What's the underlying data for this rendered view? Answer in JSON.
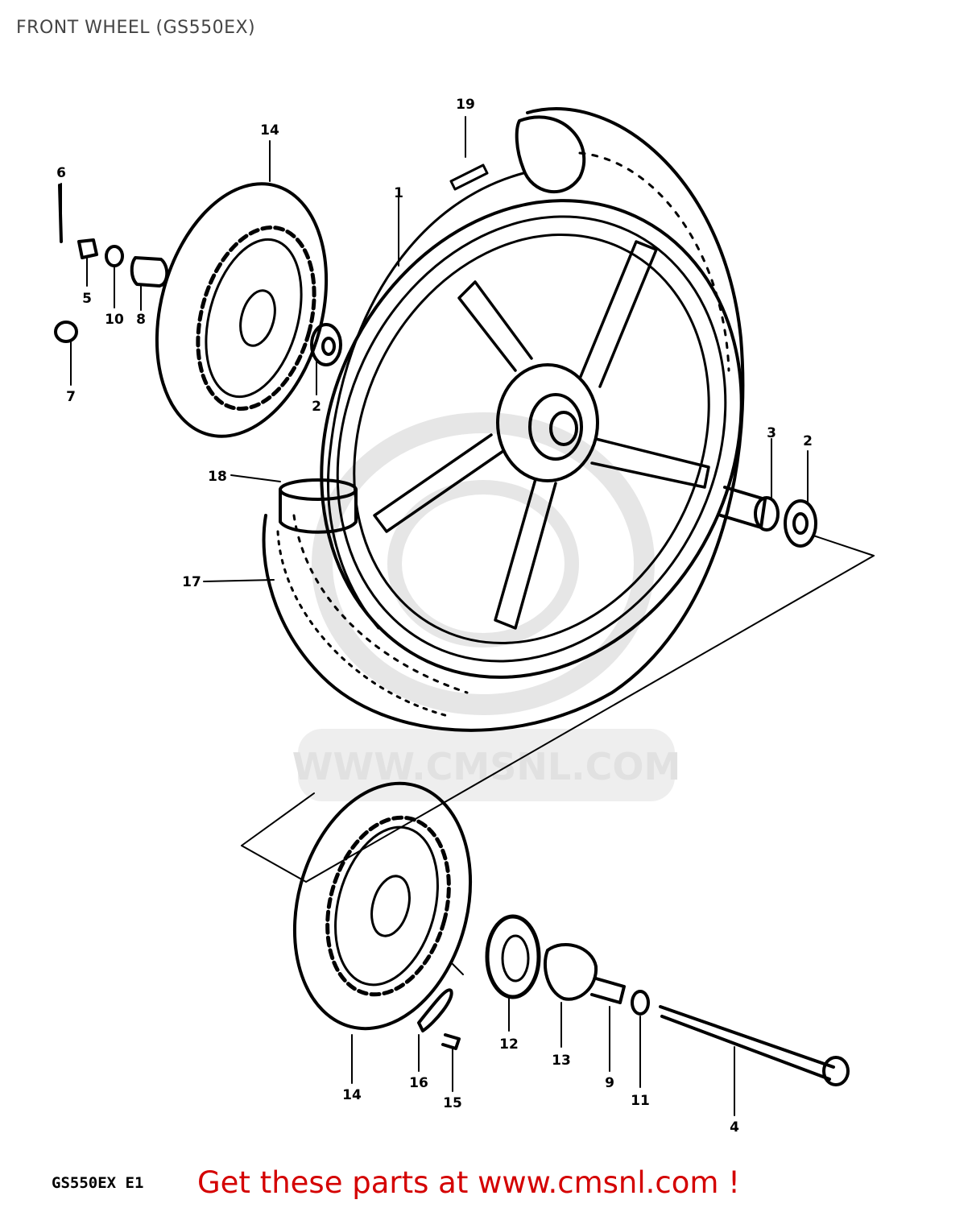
{
  "page": {
    "title": "FRONT WHEEL (GS550EX)"
  },
  "diagram": {
    "watermark": {
      "url": "WWW.CMSNL.COM"
    },
    "drawing_code": "GS550EX E1",
    "callouts": [
      {
        "id": "c1",
        "label": "1"
      },
      {
        "id": "c2a",
        "label": "2"
      },
      {
        "id": "c2b",
        "label": "2"
      },
      {
        "id": "c3",
        "label": "3"
      },
      {
        "id": "c4",
        "label": "4"
      },
      {
        "id": "c5",
        "label": "5"
      },
      {
        "id": "c6",
        "label": "6"
      },
      {
        "id": "c7",
        "label": "7"
      },
      {
        "id": "c8",
        "label": "8"
      },
      {
        "id": "c9",
        "label": "9"
      },
      {
        "id": "c10",
        "label": "10"
      },
      {
        "id": "c11",
        "label": "11"
      },
      {
        "id": "c12",
        "label": "12"
      },
      {
        "id": "c13",
        "label": "13"
      },
      {
        "id": "c14a",
        "label": "14"
      },
      {
        "id": "c14b",
        "label": "14"
      },
      {
        "id": "c15",
        "label": "15"
      },
      {
        "id": "c16",
        "label": "16"
      },
      {
        "id": "c17",
        "label": "17"
      },
      {
        "id": "c18",
        "label": "18"
      },
      {
        "id": "c19",
        "label": "19"
      }
    ]
  },
  "footer": {
    "link_text": "Get these parts at www.cmsnl.com !"
  }
}
